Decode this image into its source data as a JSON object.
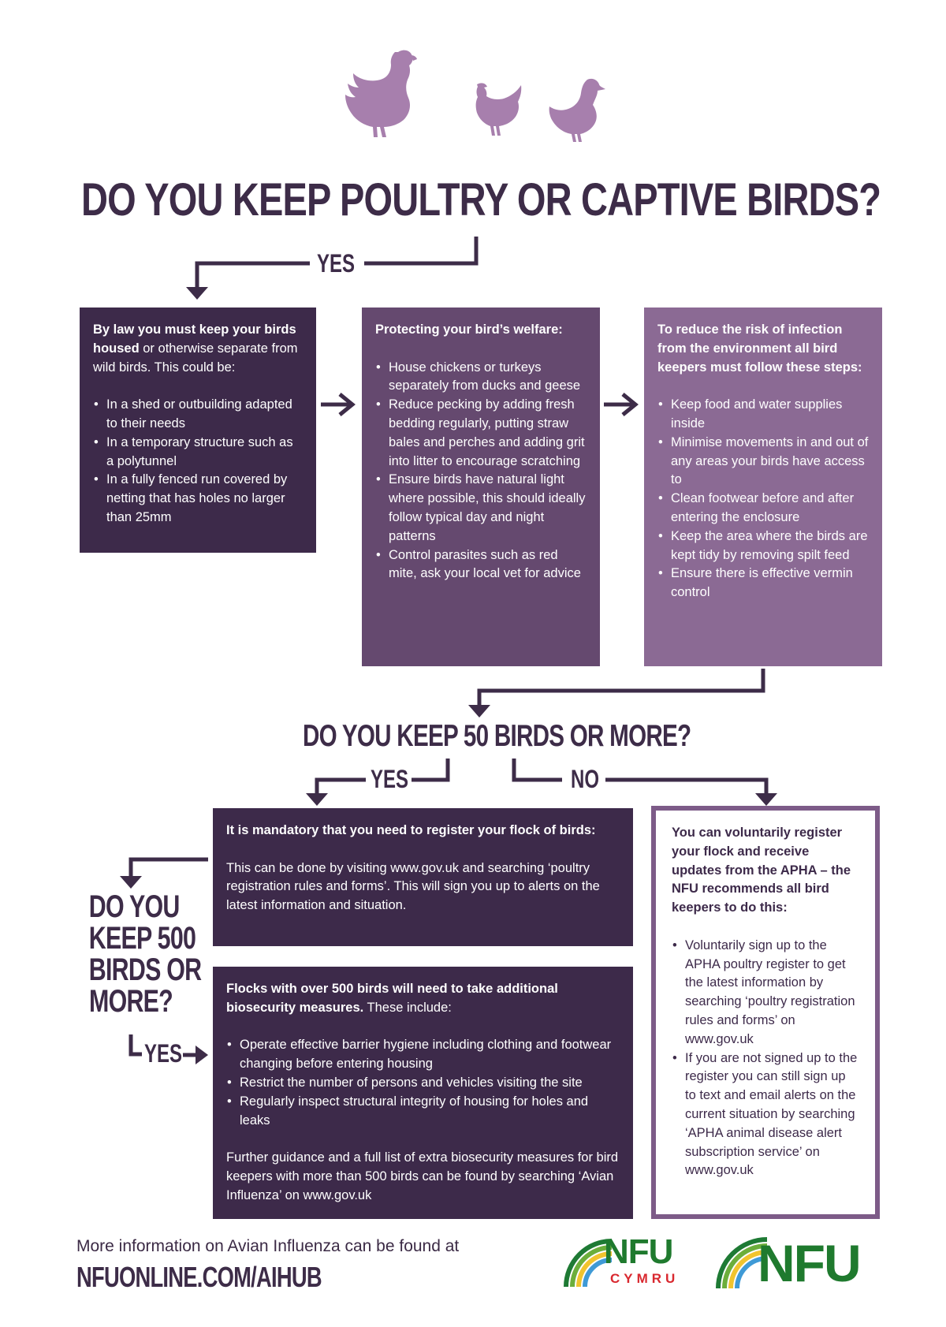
{
  "header": {
    "birds": [
      "turkey-icon",
      "chicken-icon",
      "duck-icon"
    ],
    "title": "DO YOU KEEP POULTRY OR CAPTIVE BIRDS?"
  },
  "flow": {
    "yes_1": "YES",
    "question_50": "DO YOU KEEP 50 BIRDS OR MORE?",
    "yes_2": "YES",
    "no": "NO",
    "question_500": [
      "DO YOU",
      "KEEP 500",
      "BIRDS OR",
      "MORE?"
    ],
    "yes_3": "YES"
  },
  "boxes": {
    "housing": {
      "intro_bold": "By law you must keep your birds housed",
      "intro_rest": " or otherwise separate from wild birds. This could be:",
      "items": [
        "In a shed or outbuilding adapted to their needs",
        "In a temporary structure such as a polytunnel",
        "In a fully fenced run covered by netting that has holes no larger than 25mm"
      ]
    },
    "welfare": {
      "heading": "Protecting your bird’s welfare:",
      "items": [
        "House chickens or turkeys separately from ducks and geese",
        "Reduce pecking by adding fresh bedding regularly, putting straw bales and perches and adding grit into litter to encourage scratching",
        "Ensure birds have natural light where possible, this should ideally follow typical day and night patterns",
        "Control parasites such as red mite, ask your local vet for advice"
      ]
    },
    "infection": {
      "heading": "To reduce the risk of infection from the environment all bird keepers must follow these steps:",
      "items": [
        "Keep food and water supplies inside",
        "Minimise movements in and out of any areas your birds have access to",
        "Clean footwear before and after entering the enclosure",
        "Keep the area where the birds are kept tidy by removing spilt feed",
        "Ensure there is effective vermin control"
      ]
    },
    "mandatory": {
      "heading": "It is mandatory that you need to register your flock of birds:",
      "body": "This can be done by visiting www.gov.uk and searching ‘poultry registration rules and forms’. This will sign you up to alerts on the latest information and situation."
    },
    "over500": {
      "heading_bold": "Flocks with over 500 birds will need to take additional biosecurity measures.",
      "heading_rest": " These include:",
      "items": [
        "Operate effective barrier hygiene including clothing and footwear changing before entering housing",
        "Restrict the number of persons and vehicles visiting the site",
        "Regularly inspect structural integrity of housing for holes and leaks"
      ],
      "footer": "Further guidance and a full list of extra biosecurity measures for bird keepers with more than 500 birds can be found by searching ‘Avian Influenza’ on www.gov.uk"
    },
    "voluntary": {
      "heading": "You can voluntarily register your flock and receive updates from the APHA – the NFU recommends all bird keepers to do this:",
      "items": [
        "Voluntarily sign up to the APHA poultry register to get the latest information by searching ‘poultry registration rules and forms’ on www.gov.uk",
        "If you are not signed up to the register you can still sign up to text and email alerts on the current situation by searching ‘APHA animal disease alert subscription service’ on www.gov.uk"
      ]
    }
  },
  "footer": {
    "info": "More information on Avian Influenza can be found at",
    "link": "NFUONLINE.COM/AIHUB",
    "logo_cymru_top": "NFU",
    "logo_cymru_bottom": "CYMRU",
    "logo_nfu": "NFU"
  },
  "colors": {
    "dark": "#3d2a4a",
    "mid": "#65496f",
    "light": "#8b6a94",
    "bird": "#a77fad",
    "nfu_green": "#1f7a2e",
    "rainbow": [
      "#1e7a34",
      "#6cae3b",
      "#f1c42e",
      "#3f9ad6"
    ]
  }
}
